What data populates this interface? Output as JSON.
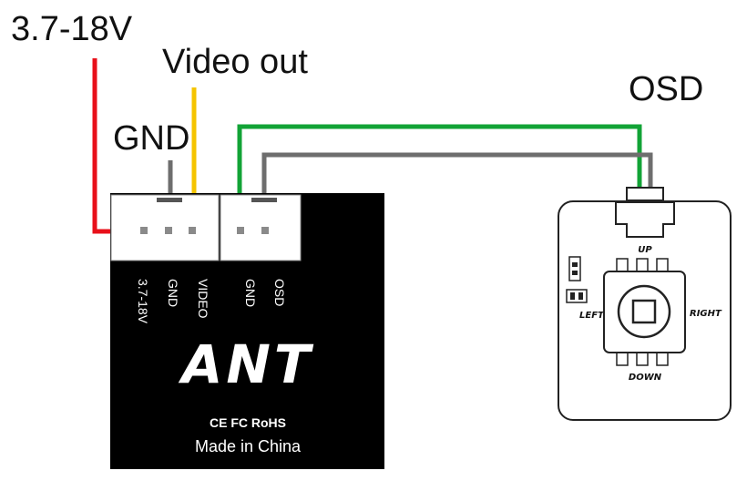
{
  "labels": {
    "power": "3.7-18V",
    "video_out": "Video out",
    "gnd": "GND",
    "osd": "OSD"
  },
  "camera": {
    "pins": [
      "3.7-18V",
      "GND",
      "VIDEO",
      "GND",
      "OSD"
    ],
    "brand": "ANT",
    "certs": "CE FC RoHS",
    "made_in": "Made in China"
  },
  "osd_board": {
    "up": "UP",
    "down": "DOWN",
    "left": "LEFT",
    "right": "RIGHT"
  },
  "colors": {
    "power_wire": "#e8101a",
    "video_wire": "#f5c400",
    "gnd_wire": "#6e6e6e",
    "osd_wire": "#12a336",
    "camera_body": "#000000"
  }
}
